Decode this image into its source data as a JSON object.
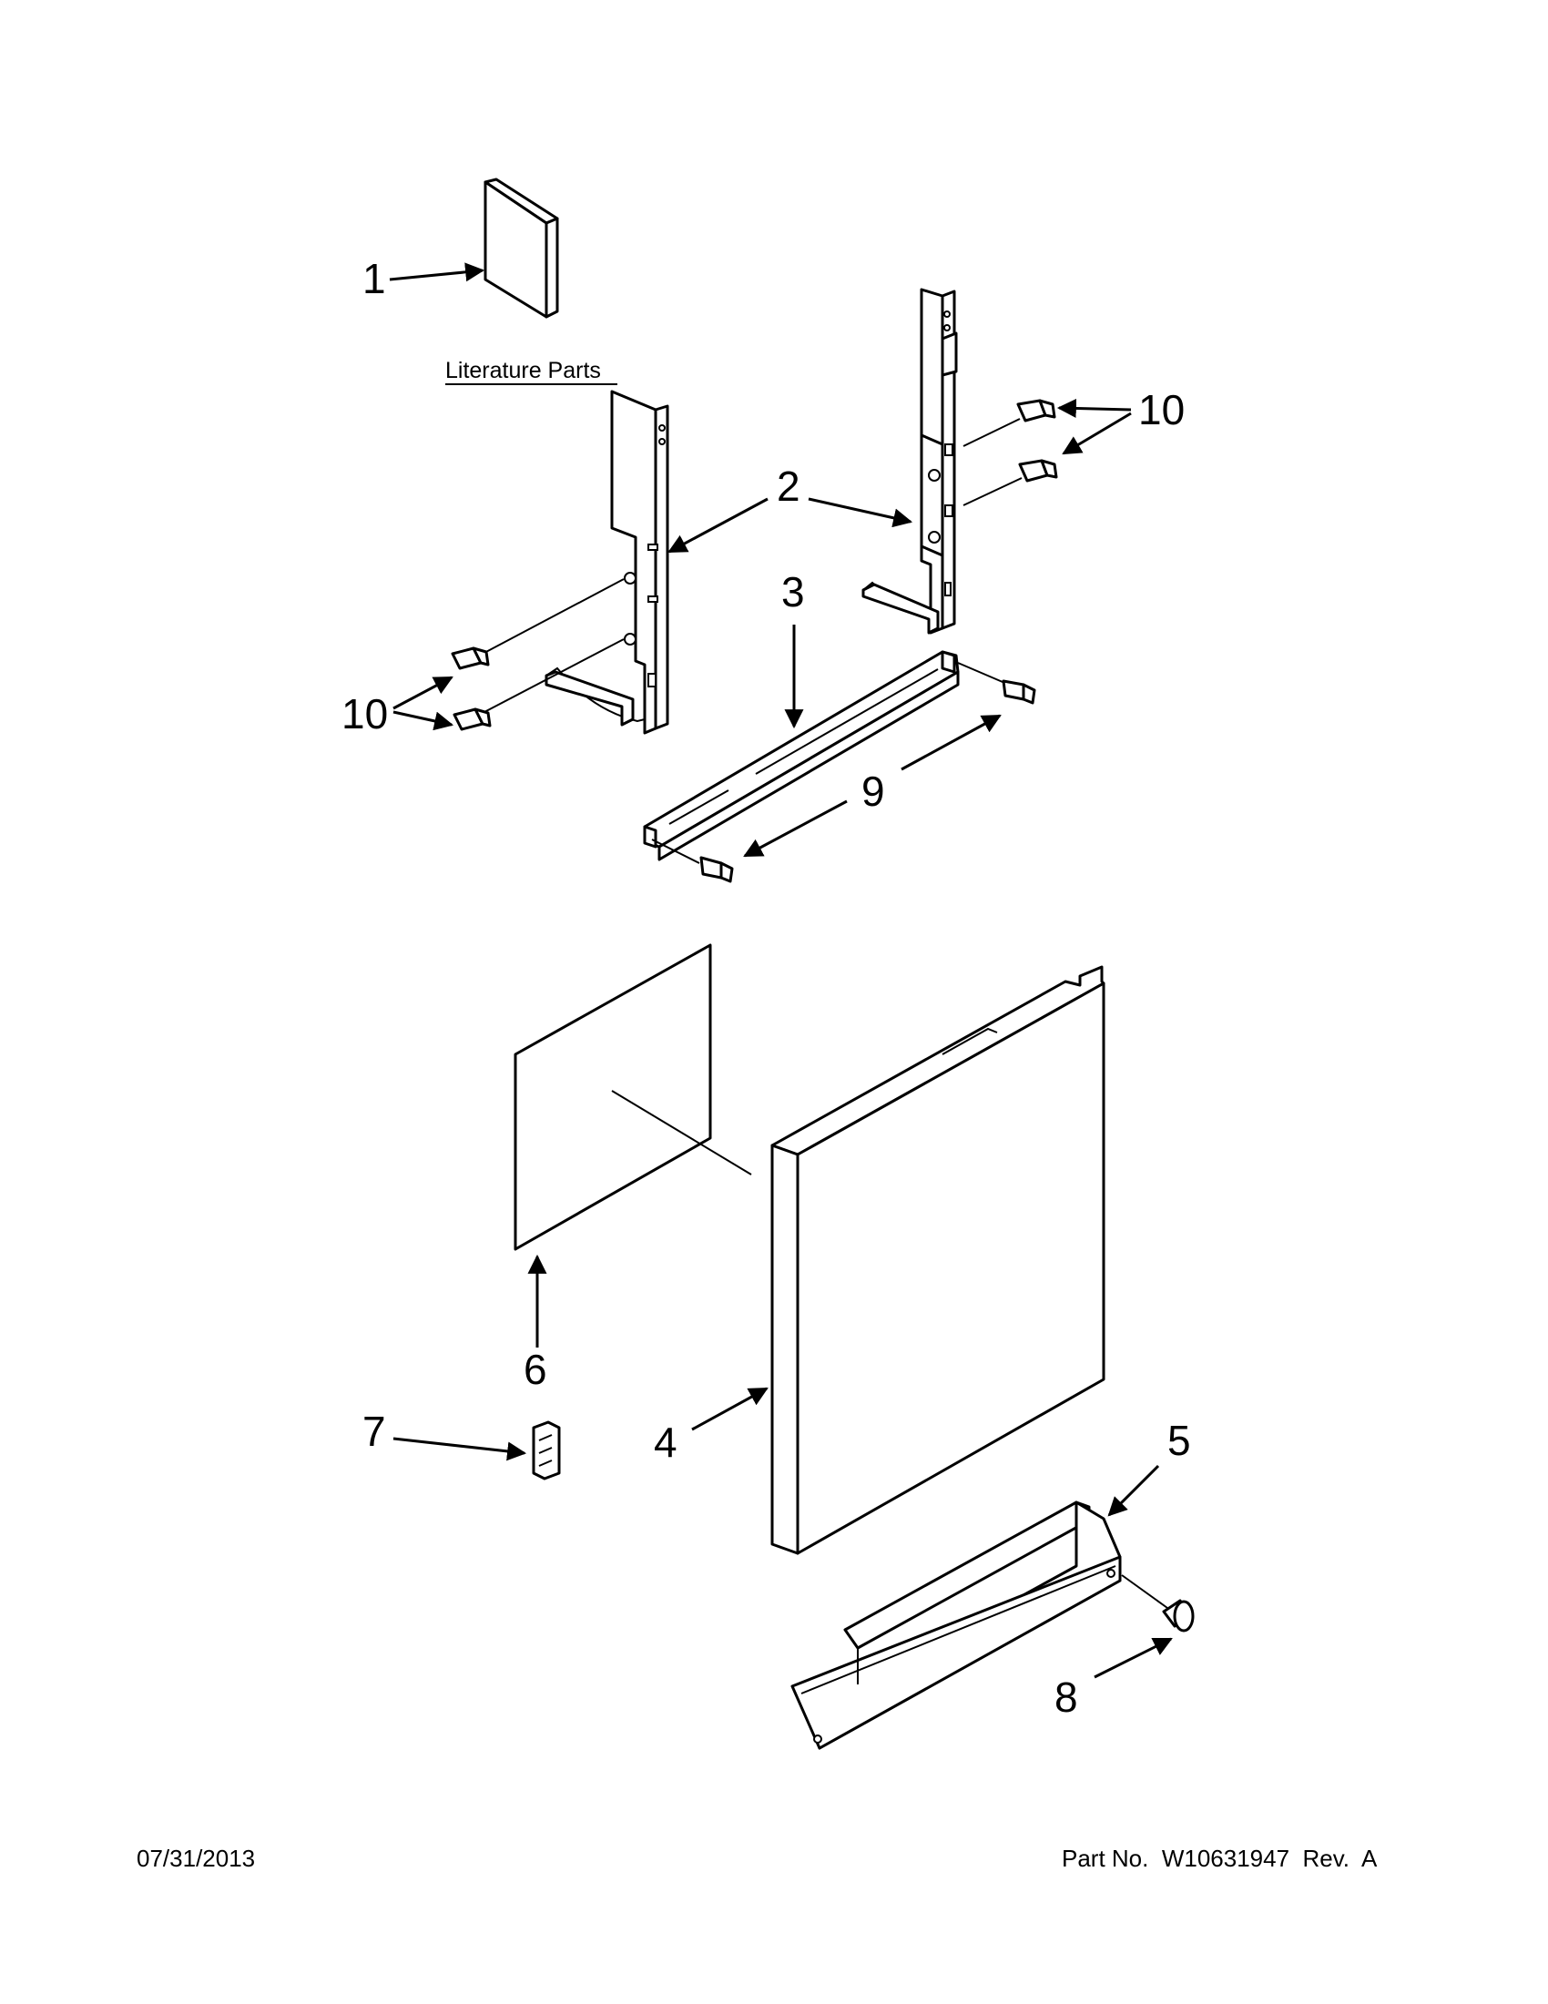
{
  "diagram": {
    "literature_label": "Literature Parts",
    "callouts": {
      "c1": "1",
      "c2": "2",
      "c3": "3",
      "c4": "4",
      "c5": "5",
      "c6": "6",
      "c7": "7",
      "c8": "8",
      "c9": "9",
      "c10_right": "10",
      "c10_left": "10"
    }
  },
  "footer": {
    "date": "07/31/2013",
    "part_number": "Part No.  W10631947  Rev.  A"
  }
}
